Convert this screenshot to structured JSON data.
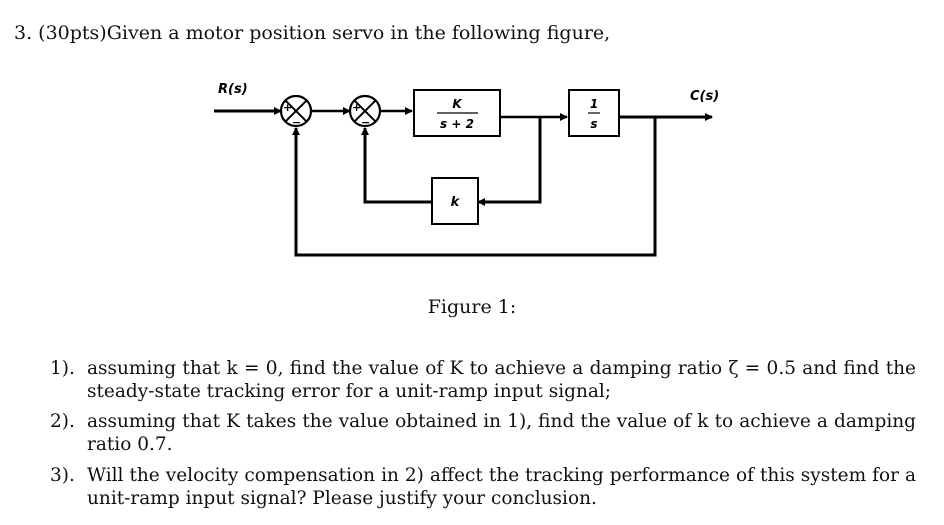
{
  "header": {
    "text": "3. (30pts)Given a motor position servo in the following figure,"
  },
  "diagram": {
    "input_label": "R(s)",
    "output_label": "C(s)",
    "forward_block": {
      "numerator": "K",
      "denominator": "s + 2"
    },
    "integrator_block": {
      "numerator": "1",
      "denominator": "s"
    },
    "feedback_block": "k",
    "summer1_signs": [
      "+",
      "−"
    ],
    "summer2_signs": [
      "+",
      "−"
    ]
  },
  "caption": "Figure 1:",
  "questions": [
    {
      "number": "1).",
      "text": "assuming that k = 0, find the value of K to achieve a damping ratio ζ = 0.5 and find the steady-state tracking error for a unit-ramp input signal;"
    },
    {
      "number": "2).",
      "text": "assuming that K takes the value obtained in 1), find the value of k to achieve a damping ratio 0.7."
    },
    {
      "number": "3).",
      "text": "Will the velocity compensation in 2) affect the tracking performance of this system for a unit-ramp input signal? Please justify your conclusion."
    }
  ]
}
